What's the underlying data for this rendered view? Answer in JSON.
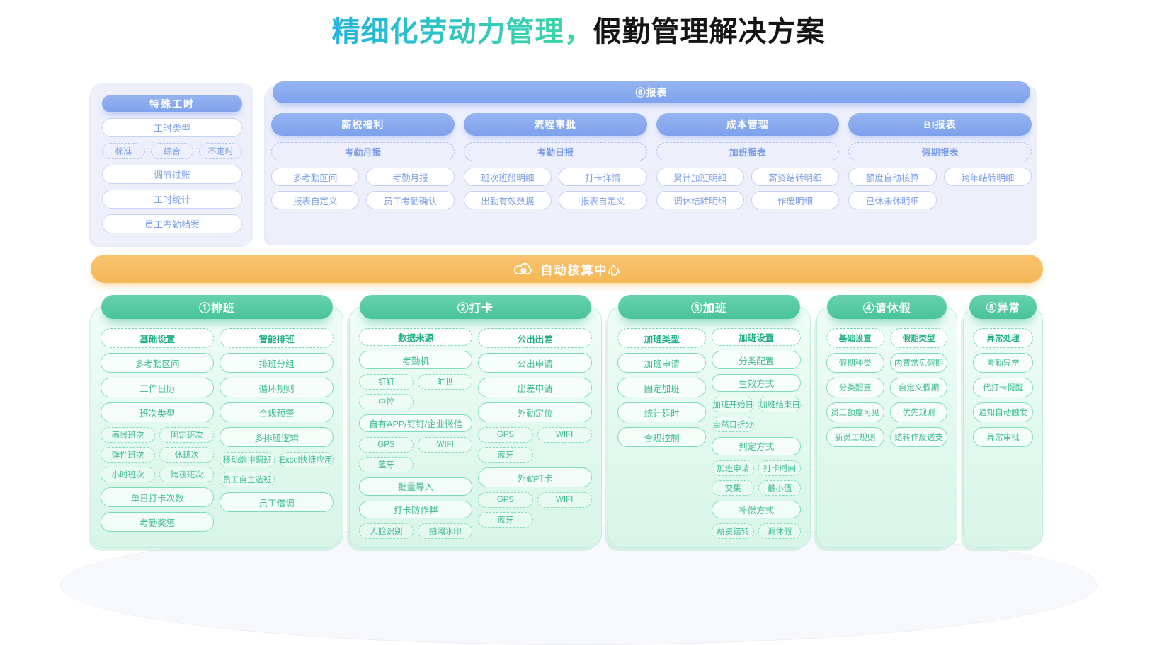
{
  "page": {
    "title_highlight": "精细化劳动力管理，",
    "title_rest": "假勤管理解决方案"
  },
  "colors": {
    "accent_blue": "#7da1ec",
    "accent_green": "#49c39a",
    "accent_orange": "#f5b757",
    "text_blue": "#7d9fe9",
    "text_green": "#3fbb93"
  },
  "special_hours": {
    "header": "特殊工时",
    "rows": [
      {
        "type": "pill",
        "label": "工时类型"
      },
      {
        "type": "chips",
        "items": [
          "标准",
          "综合",
          "不定时"
        ]
      },
      {
        "type": "pill",
        "label": "调节过账"
      },
      {
        "type": "pill",
        "label": "工时统计"
      },
      {
        "type": "pill",
        "label": "员工考勤档案"
      }
    ]
  },
  "reports": {
    "header": "⑥报表",
    "columns": [
      {
        "header": "薪税福利",
        "sub": "考勤月报",
        "chips": [
          "多考勤区间",
          "考勤月报",
          "报表自定义",
          "员工考勤确认"
        ]
      },
      {
        "header": "流程审批",
        "sub": "考勤日报",
        "chips": [
          "班次班段明细",
          "打卡详情",
          "出勤有效数据",
          "报表自定义"
        ]
      },
      {
        "header": "成本管理",
        "sub": "加班报表",
        "chips": [
          "累计加班明细",
          "薪资结转明细",
          "调休结转明细",
          "作废明细"
        ]
      },
      {
        "header": "BI报表",
        "sub": "假期报表",
        "chips": [
          "额度自动核算",
          "跨年结转明细",
          "已休未休明细"
        ]
      }
    ]
  },
  "center_bar": {
    "label": "自动核算中心",
    "icon": "cloud-calculator-icon"
  },
  "modules": [
    {
      "header": "①排班",
      "columns": [
        [
          {
            "type": "head",
            "label": "基础设置"
          },
          {
            "type": "pill",
            "label": "多考勤区间"
          },
          {
            "type": "pill",
            "label": "工作日历"
          },
          {
            "type": "pill",
            "label": "班次类型"
          },
          {
            "type": "chips",
            "items": [
              "画线班次",
              "固定班次",
              "弹性班次",
              "休班次",
              "小时班次",
              "跨夜班次"
            ]
          },
          {
            "type": "pill",
            "label": "单日打卡次数"
          },
          {
            "type": "pill",
            "label": "考勤奖惩"
          }
        ],
        [
          {
            "type": "head",
            "label": "智能排班"
          },
          {
            "type": "pill",
            "label": "排班分组"
          },
          {
            "type": "pill",
            "label": "循环规则"
          },
          {
            "type": "pill",
            "label": "合规预警"
          },
          {
            "type": "pill",
            "label": "多排班逻辑"
          },
          {
            "type": "chips",
            "items": [
              "移动端排调班",
              "Excel快捷应用",
              "员工自主选班"
            ]
          },
          {
            "type": "pill",
            "label": "员工借调"
          }
        ]
      ]
    },
    {
      "header": "②打卡",
      "columns": [
        [
          {
            "type": "head",
            "label": "数据来源"
          },
          {
            "type": "pill",
            "label": "考勤机"
          },
          {
            "type": "chips",
            "items": [
              "钉钉",
              "旷世",
              "中控"
            ]
          },
          {
            "type": "pill",
            "label": "自有APP/钉钉/企业微信"
          },
          {
            "type": "chips",
            "items": [
              "GPS",
              "WIFI",
              "蓝牙"
            ]
          },
          {
            "type": "pill",
            "label": "批量导入"
          },
          {
            "type": "pill",
            "label": "打卡防作弊"
          },
          {
            "type": "chips",
            "items": [
              "人脸识别",
              "拍照水印"
            ]
          }
        ],
        [
          {
            "type": "head",
            "label": "公出出差"
          },
          {
            "type": "pill",
            "label": "公出申请"
          },
          {
            "type": "pill",
            "label": "出差申请"
          },
          {
            "type": "pill",
            "label": "外勤定位"
          },
          {
            "type": "chips",
            "items": [
              "GPS",
              "WIFI",
              "蓝牙"
            ]
          },
          {
            "type": "pill",
            "label": "外勤打卡"
          },
          {
            "type": "chips",
            "items": [
              "GPS",
              "WIFI",
              "蓝牙"
            ]
          }
        ]
      ]
    },
    {
      "header": "③加班",
      "columns": [
        [
          {
            "type": "head",
            "label": "加班类型"
          },
          {
            "type": "pill",
            "label": "加班申请"
          },
          {
            "type": "pill",
            "label": "固定加班"
          },
          {
            "type": "pill",
            "label": "统计延时"
          },
          {
            "type": "pill",
            "label": "合规控制"
          }
        ],
        [
          {
            "type": "head",
            "label": "加班设置"
          },
          {
            "type": "pill",
            "label": "分类配置"
          },
          {
            "type": "pill",
            "label": "生效方式"
          },
          {
            "type": "chips",
            "items": [
              "加班开始日",
              "加班结束日",
              "自然日拆分"
            ]
          },
          {
            "type": "pill",
            "label": "判定方式"
          },
          {
            "type": "chips",
            "items": [
              "加班申请",
              "打卡时间",
              "交集",
              "最小值"
            ]
          },
          {
            "type": "pill",
            "label": "补偿方式"
          },
          {
            "type": "chips",
            "items": [
              "薪资结转",
              "调休假"
            ]
          }
        ]
      ]
    },
    {
      "header": "④请休假",
      "columns": [
        [
          {
            "type": "head",
            "label": "基础设置"
          },
          {
            "type": "pill",
            "label": "假期种类"
          },
          {
            "type": "pill",
            "label": "分类配置"
          },
          {
            "type": "pill",
            "label": "员工额度可见"
          },
          {
            "type": "pill",
            "label": "新员工规则"
          }
        ],
        [
          {
            "type": "head",
            "label": "假期类型"
          },
          {
            "type": "pill",
            "label": "内置常见假期"
          },
          {
            "type": "pill",
            "label": "自定义假期"
          },
          {
            "type": "pill",
            "label": "优先规则"
          },
          {
            "type": "pill",
            "label": "结转作废透支"
          }
        ]
      ]
    },
    {
      "header": "⑤异常",
      "columns": [
        [
          {
            "type": "head",
            "label": "异常处理"
          },
          {
            "type": "pill",
            "label": "考勤异常"
          },
          {
            "type": "pill",
            "label": "代打卡提醒"
          },
          {
            "type": "pill",
            "label": "通知自动触发"
          },
          {
            "type": "pill",
            "label": "异常审批"
          }
        ]
      ]
    }
  ]
}
